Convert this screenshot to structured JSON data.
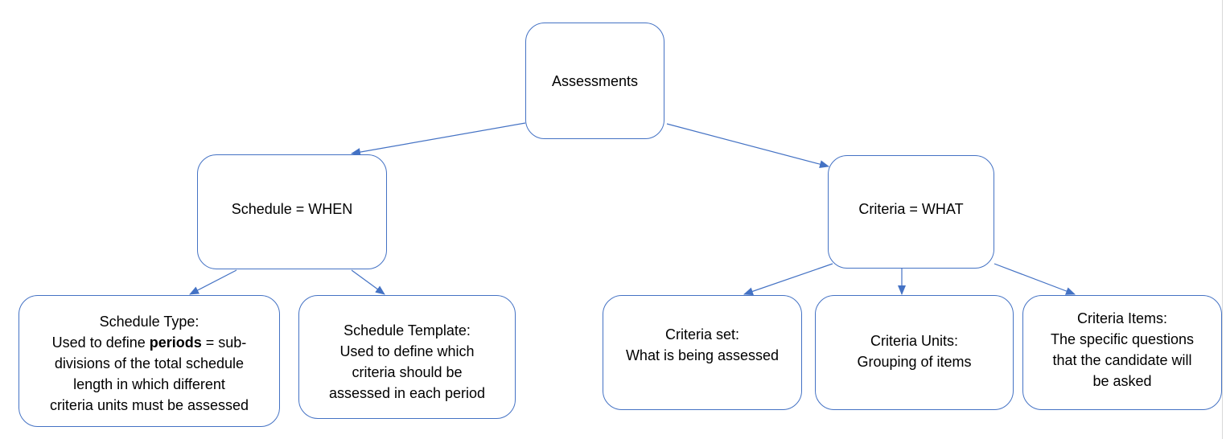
{
  "diagram": {
    "colors": {
      "stroke": "#4472c4",
      "text": "#000000",
      "background": "#ffffff"
    },
    "nodes": {
      "assessments": {
        "label": "Assessments"
      },
      "schedule": {
        "label": "Schedule = WHEN"
      },
      "criteria": {
        "label": "Criteria = WHAT"
      },
      "schedule_type": {
        "title": "Schedule Type:",
        "line1_pre": "Used to define ",
        "line1_bold": "periods",
        "line1_post": " = sub-",
        "line2": "divisions of the total schedule",
        "line3": "length in which different",
        "line4": "criteria units must be assessed"
      },
      "schedule_template": {
        "title": "Schedule Template:",
        "line1": "Used to define which",
        "line2": "criteria should be",
        "line3": "assessed in each period"
      },
      "criteria_set": {
        "title": "Criteria set:",
        "line1": "What is being assessed"
      },
      "criteria_units": {
        "title": "Criteria Units:",
        "line1": "Grouping of items"
      },
      "criteria_items": {
        "title": "Criteria Items:",
        "line1": "The specific questions",
        "line2": "that the candidate will",
        "line3": "be asked"
      }
    },
    "edges": [
      {
        "from": "assessments",
        "to": "schedule"
      },
      {
        "from": "assessments",
        "to": "criteria"
      },
      {
        "from": "schedule",
        "to": "schedule_type"
      },
      {
        "from": "schedule",
        "to": "schedule_template"
      },
      {
        "from": "criteria",
        "to": "criteria_set"
      },
      {
        "from": "criteria",
        "to": "criteria_units"
      },
      {
        "from": "criteria",
        "to": "criteria_items"
      }
    ]
  }
}
